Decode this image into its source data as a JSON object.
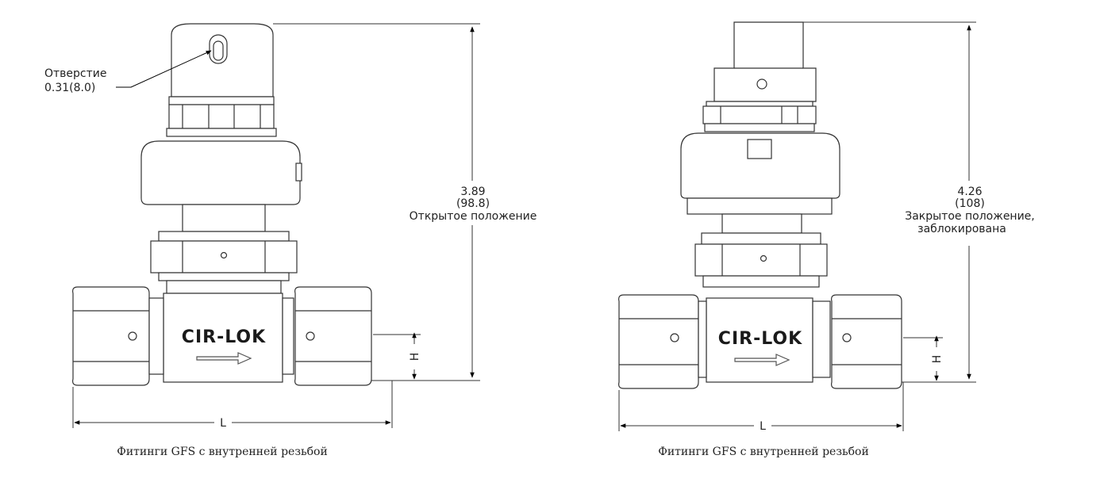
{
  "figures": [
    {
      "hole_label_line1": "Отверстие",
      "hole_label_line2": "0.31(8.0)",
      "height_value": "3.89",
      "height_metric": "(98.8)",
      "height_label_line1": "Открытое положение",
      "height_label_line2": "",
      "brand": "CIR-LOK",
      "dim_l": "L",
      "dim_h": "H",
      "caption": "Фитинги GFS с внутренней резьбой"
    },
    {
      "height_value": "4.26",
      "height_metric": "(108)",
      "height_label_line1": "Закрытое положение,",
      "height_label_line2": "заблокирована",
      "brand": "CIR-LOK",
      "dim_l": "L",
      "dim_h": "H",
      "caption": "Фитинги GFS с внутренней резьбой"
    }
  ],
  "colors": {
    "line": "#333333",
    "fill": "#ffffff",
    "arrow": "#000000"
  }
}
